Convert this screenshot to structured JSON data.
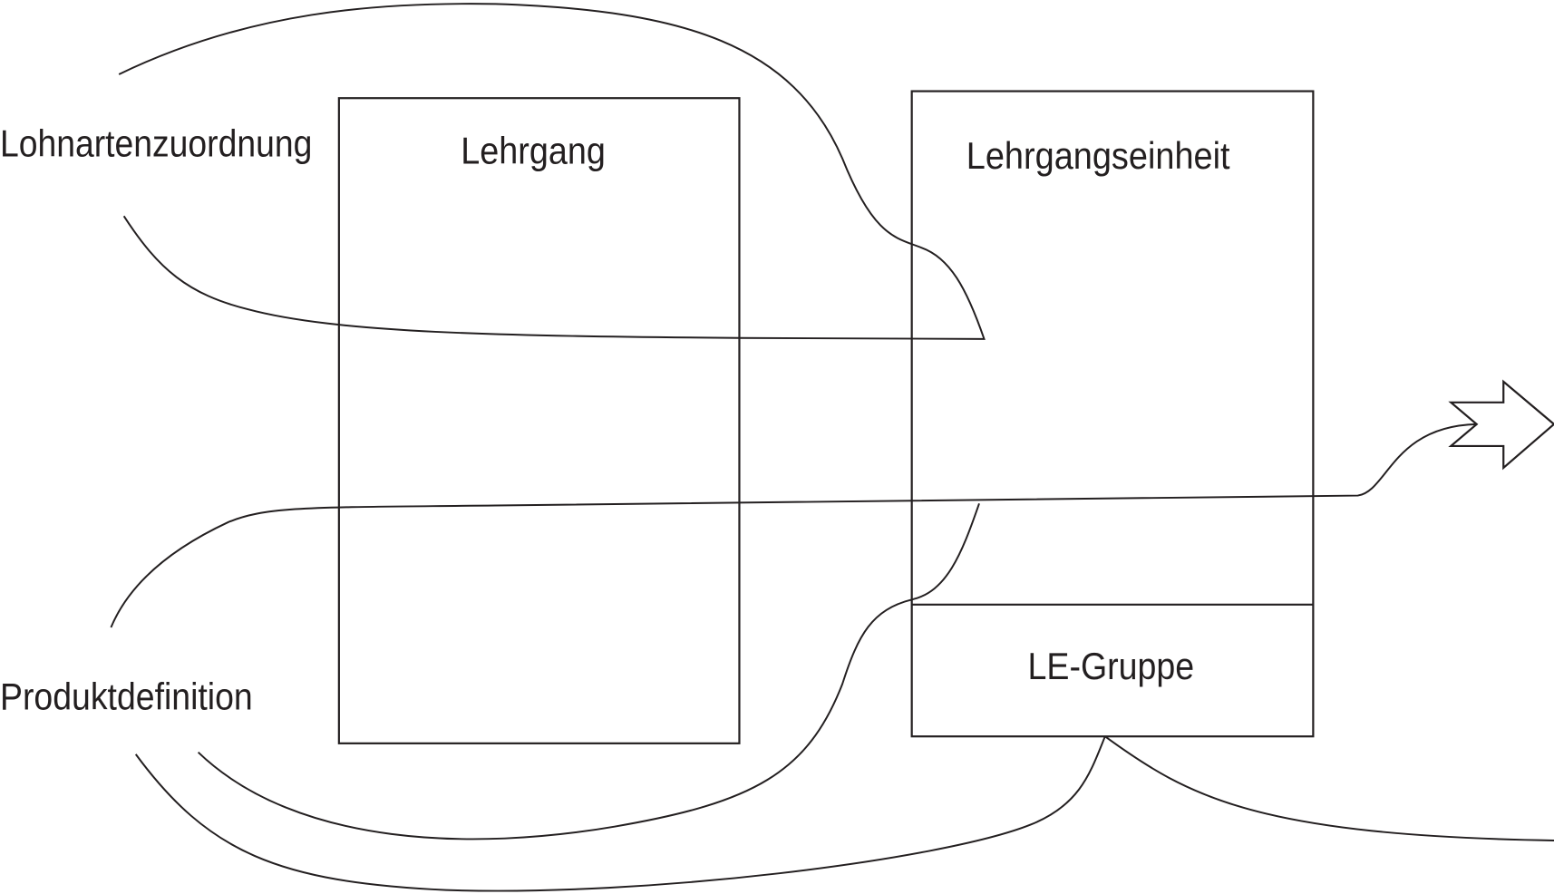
{
  "labels": {
    "lohnartenzuordnung": "Lohnartenzuordnung",
    "produktdefinition": "Produktdefinition"
  },
  "boxes": {
    "lehrgang": "Lehrgang",
    "lehrgangseinheit": "Lehrgangseinheit",
    "le_gruppe": "LE-Gruppe"
  },
  "colors": {
    "stroke": "#231f20",
    "background": "#ffffff"
  },
  "icons": {
    "arrow": "right-arrow-outline"
  }
}
